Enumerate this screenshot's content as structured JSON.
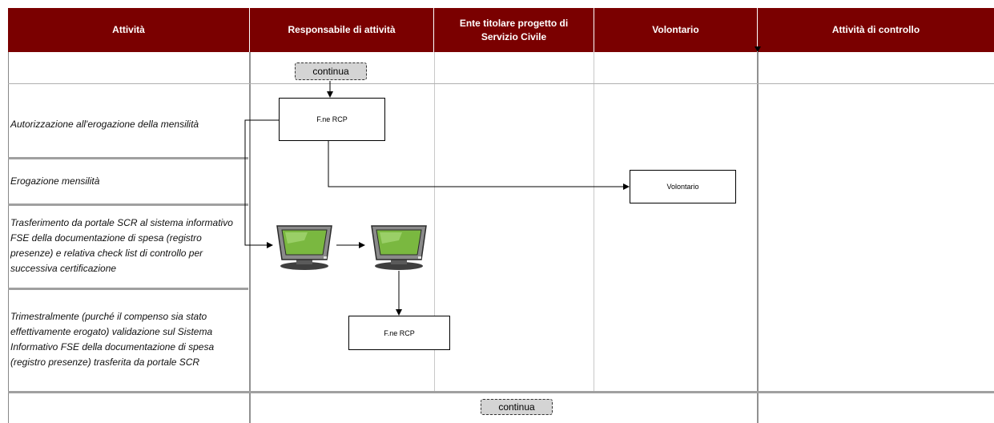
{
  "header": {
    "col_attivita": "Attività",
    "col_responsabile": "Responsabile di attività",
    "col_ente_line1": "Ente titolare progetto di",
    "col_ente_line2": "Servizio Civile",
    "col_volontario": "Volontario",
    "col_controllo": "Attività di controllo"
  },
  "activities": [
    "Autorizzazione all'erogazione  della mensilità",
    "Erogazione mensilità",
    "Trasferimento da portale SCR al sistema informativo FSE  della documentazione di spesa  (registro presenze) e relativa check list di controllo per successiva certificazione",
    "Trimestralmente (purché il compenso sia stato effettivamente erogato) validazione sul Sistema Informativo FSE  della documentazione di spesa (registro presenze) trasferita da portale SCR"
  ],
  "nodes": {
    "continua_top": "continua",
    "fne_rcp_1": "F.ne RCP",
    "volontario_box": "Volontario",
    "fne_rcp_2": "F.ne RCP",
    "continua_bottom": "continua"
  },
  "icons": {
    "computer_1": "computer-monitor-icon",
    "computer_2": "computer-monitor-icon"
  },
  "colors": {
    "header_bg": "#7a0000",
    "header_text": "#ffffff",
    "connector_fill": "#d4d4d4"
  }
}
